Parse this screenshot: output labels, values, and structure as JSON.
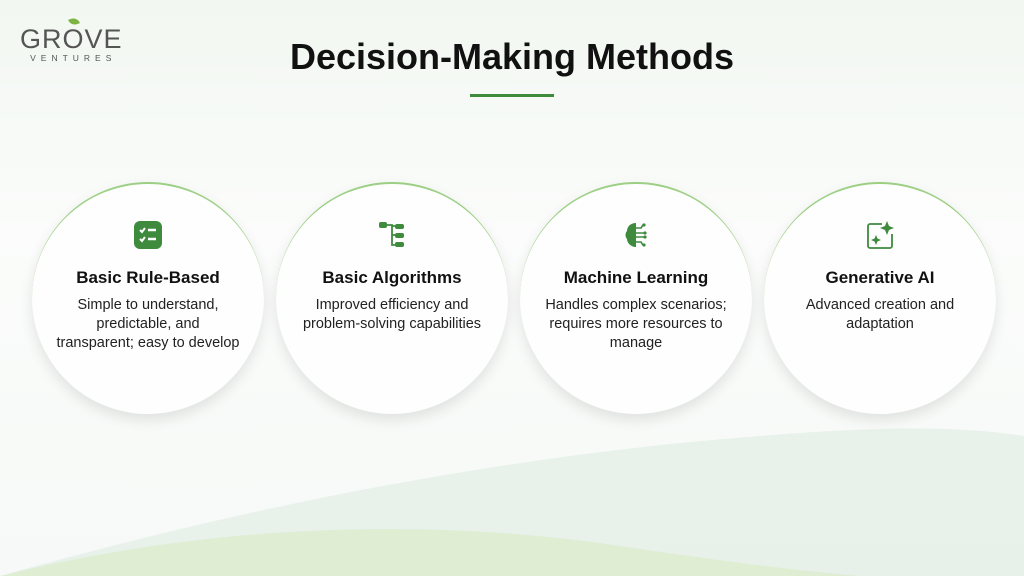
{
  "logo": {
    "name": "GROVE",
    "sub": "VENTURES"
  },
  "title": "Decision-Making Methods",
  "cards": [
    {
      "icon": "checklist-icon",
      "title": "Basic Rule-Based",
      "desc": "Simple to understand, predictable, and transparent; easy to develop"
    },
    {
      "icon": "hierarchy-tree-icon",
      "title": "Basic Algorithms",
      "desc": "Improved efficiency and problem-solving capabilities"
    },
    {
      "icon": "brain-circuit-icon",
      "title": "Machine Learning",
      "desc": "Handles complex scenarios; requires more resources to manage"
    },
    {
      "icon": "sparkle-icon",
      "title": "Generative AI",
      "desc": "Advanced creation and adaptation"
    }
  ],
  "colors": {
    "accent": "#3e8b3e",
    "arc": "#9ccf84"
  }
}
